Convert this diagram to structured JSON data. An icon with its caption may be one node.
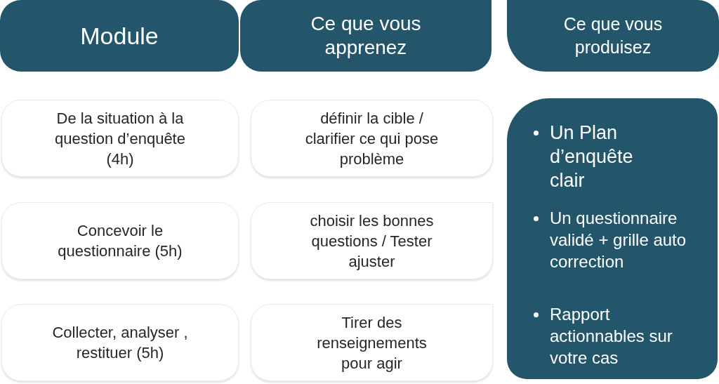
{
  "diagram": {
    "nodes": [
      {
        "text": [
          "Module"
        ]
      },
      {
        "text": [
          "Ce que vous apprenez"
        ]
      },
      {
        "text": [
          "Ce que vous produisez"
        ]
      },
      {
        "text": [
          "De la situation à la question d’enquête (4h)"
        ]
      },
      {
        "text": [
          "définir la cible / clarifier ce qui pose problème"
        ]
      },
      {
        "text": [
          "Un Plan d’enquête clair",
          "Un questionnaire validé + grille auto correction",
          "Rapport actionnables sur votre cas"
        ]
      },
      {
        "text": [
          "Concevoir le questionnaire (5h)"
        ]
      },
      {
        "text": [
          "choisir les bonnes questions / Tester ajuster"
        ]
      },
      {
        "text": [
          "Collecter, analyser , restituer (5h)"
        ]
      },
      {
        "text": [
          "Tirer des renseignements pour agir"
        ]
      }
    ]
  }
}
